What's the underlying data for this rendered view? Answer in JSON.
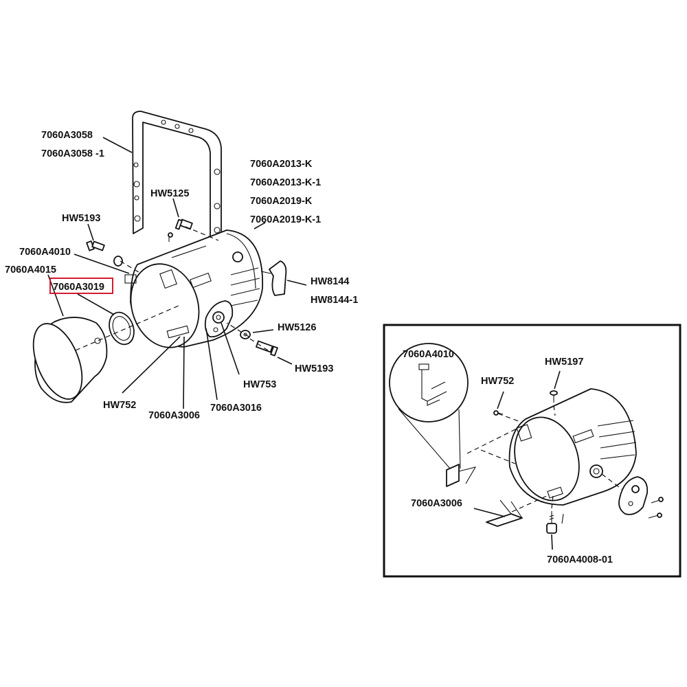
{
  "highlight_color": "#d0021b",
  "main_view": {
    "yoke": [
      "7060A3058",
      "7060A3058 -1"
    ],
    "body": [
      "7060A2013-K",
      "7060A2013-K-1",
      "7060A2019-K",
      "7060A2019-K-1"
    ],
    "hw5125": "HW5125",
    "hw5193_top": "HW5193",
    "a4010": "7060A4010",
    "a4015": "7060A4015",
    "a3019": "7060A3019",
    "hw8144": [
      "HW8144",
      "HW8144-1"
    ],
    "hw5126": "HW5126",
    "hw5193_bottom": "HW5193",
    "hw753": "HW753",
    "hw752": "HW752",
    "a3006": "7060A3006",
    "a3016": "7060A3016"
  },
  "detail_view": {
    "a4010": "7060A4010",
    "hw752": "HW752",
    "hw5197": "HW5197",
    "a3006": "7060A3006",
    "a4008": "7060A4008-01"
  }
}
